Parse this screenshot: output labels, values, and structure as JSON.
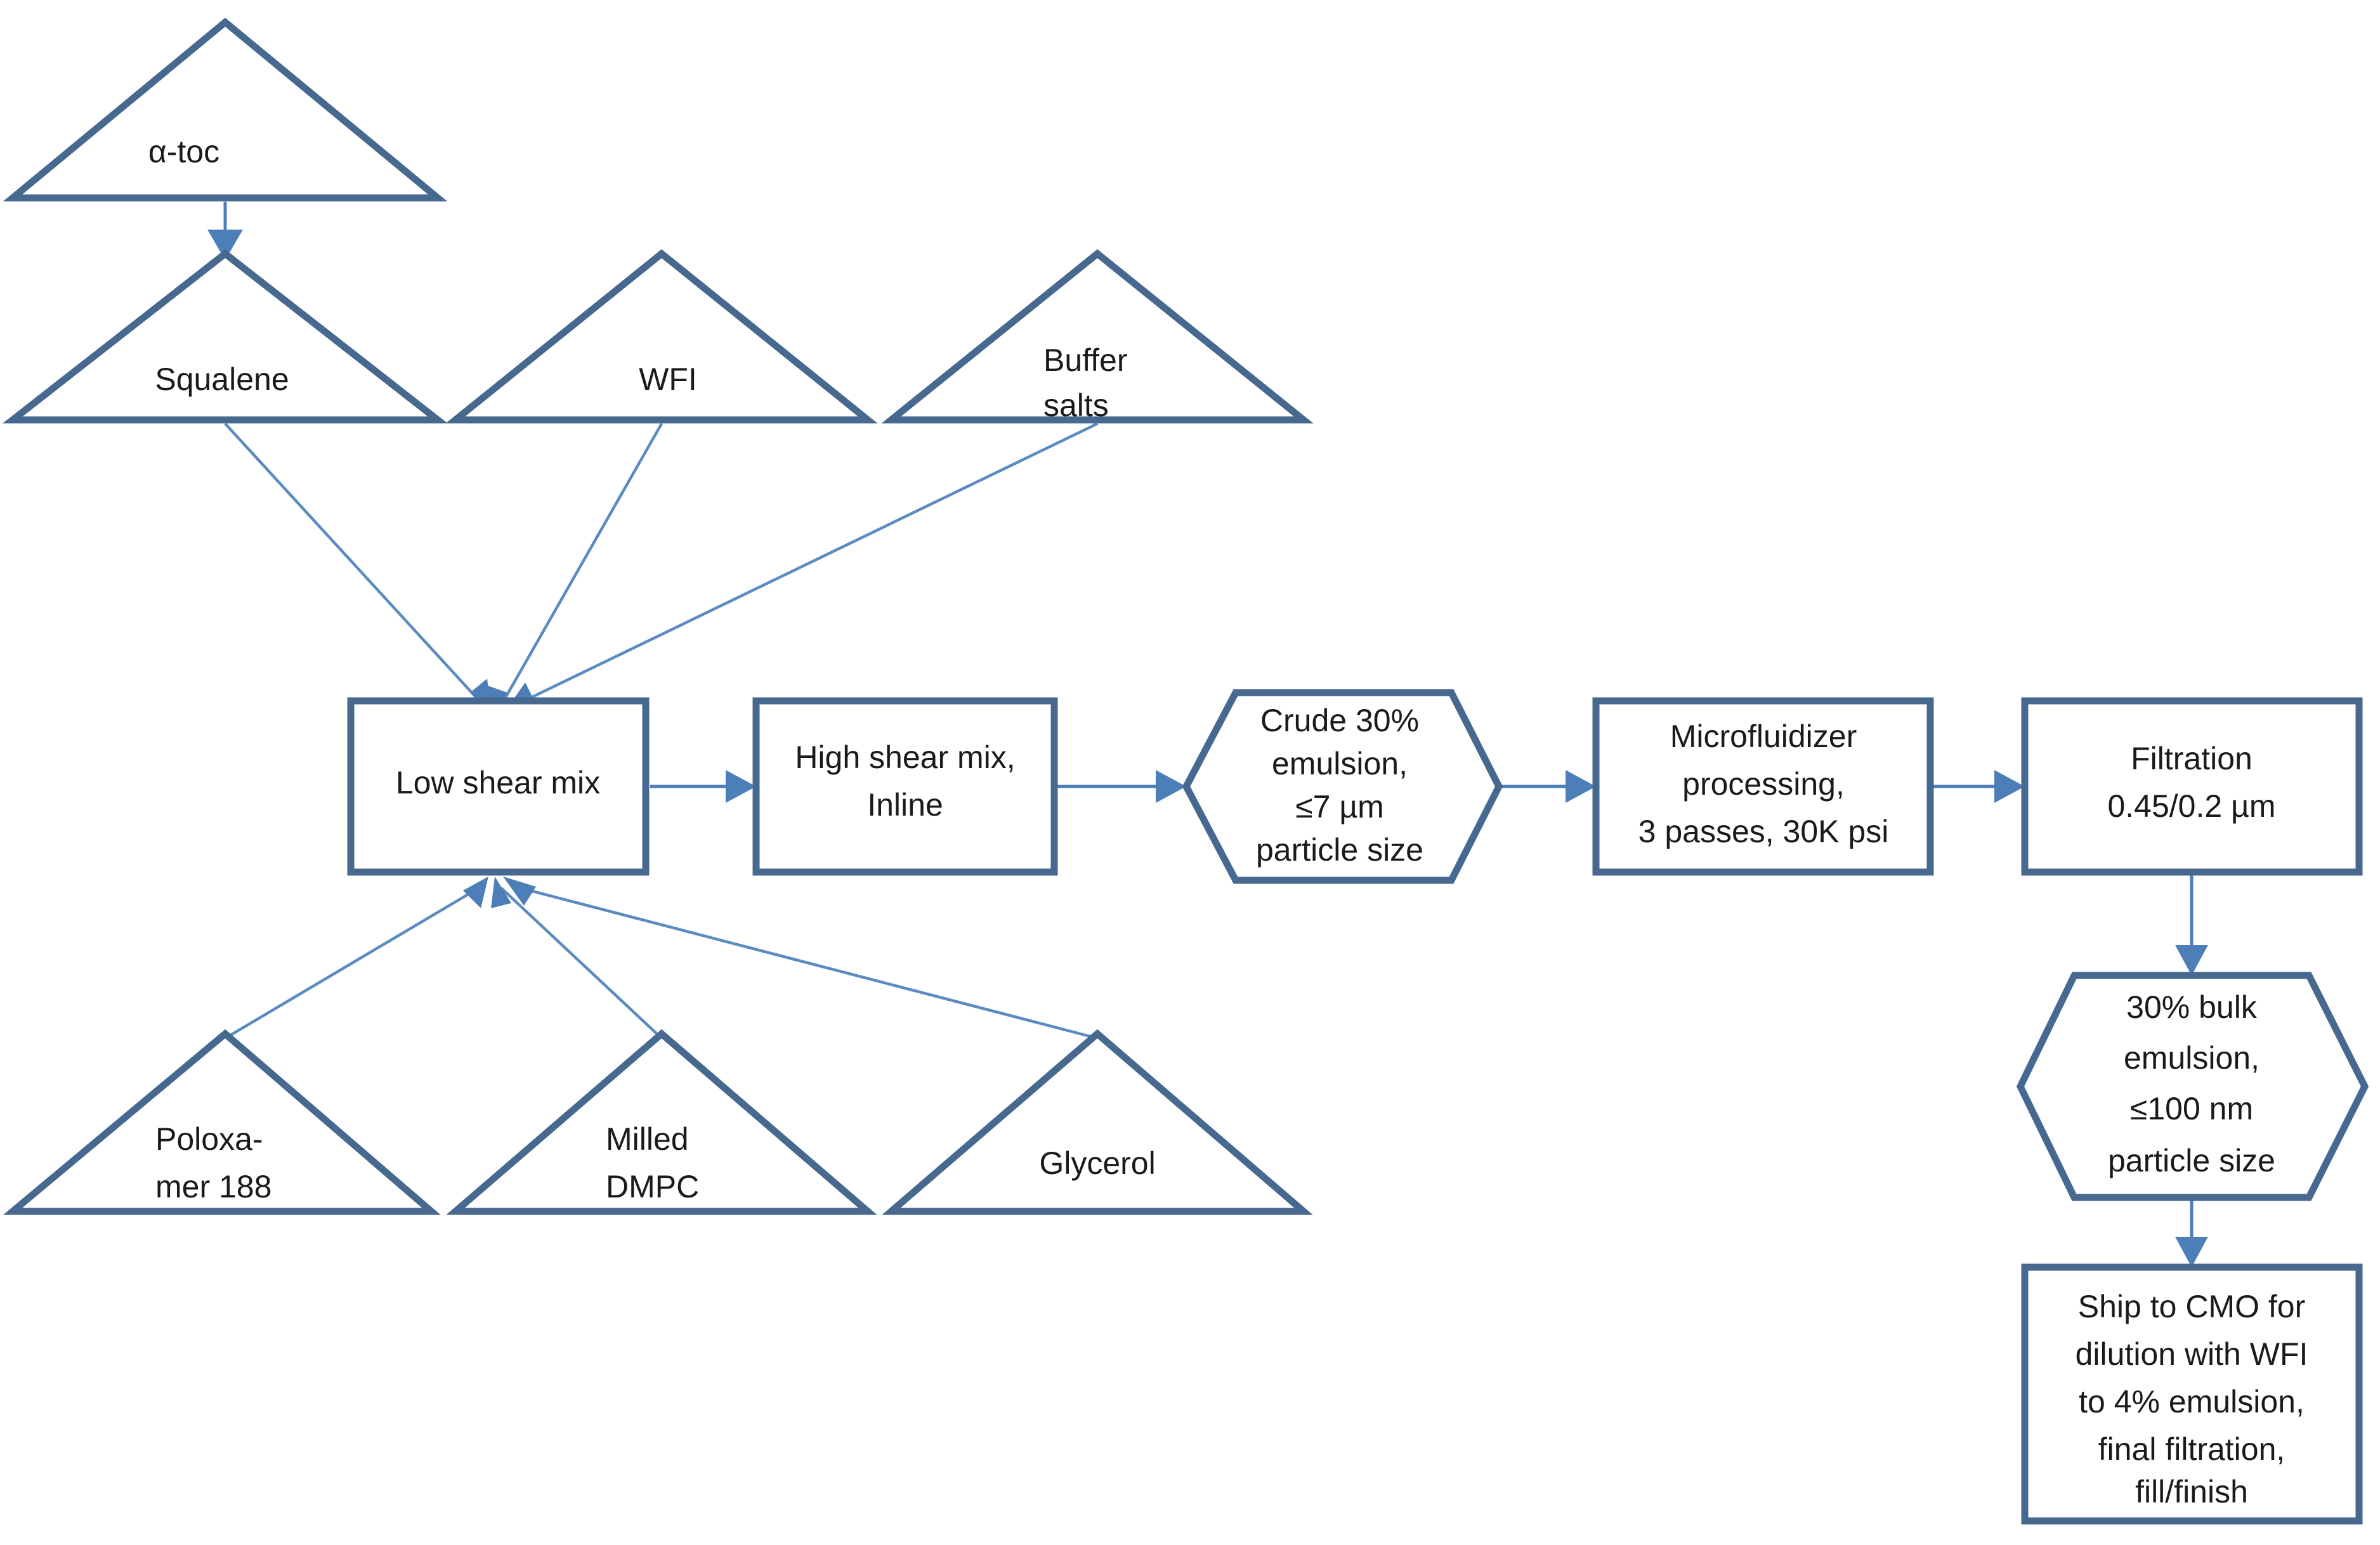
{
  "diagram": {
    "title": "Squalene emulsion manufacturing process flow",
    "colors": {
      "shape_stroke": "#47688F",
      "connector": "#4C7FB8",
      "text": "#1a1a1a",
      "background": "#ffffff"
    },
    "shapes": {
      "triangles": [
        {
          "id": "alpha-toc",
          "label_lines": [
            "α-toc"
          ],
          "align": "center"
        },
        {
          "id": "squalene",
          "label_lines": [
            "Squalene"
          ],
          "align": "center"
        },
        {
          "id": "wfi",
          "label_lines": [
            "WFI"
          ],
          "align": "center"
        },
        {
          "id": "buffer-salts",
          "label_lines": [
            "Buffer",
            "salts"
          ],
          "align": "center"
        },
        {
          "id": "poloxamer-188",
          "label_lines": [
            "Poloxa-",
            "mer 188"
          ],
          "align": "left"
        },
        {
          "id": "milled-dmpc",
          "label_lines": [
            "Milled",
            "DMPC"
          ],
          "align": "left"
        },
        {
          "id": "glycerol",
          "label_lines": [
            "Glycerol"
          ],
          "align": "center"
        }
      ],
      "process_boxes": [
        {
          "id": "low-shear-mix",
          "label_lines": [
            "Low shear mix"
          ]
        },
        {
          "id": "high-shear-mix",
          "label_lines": [
            "High shear mix,",
            "Inline"
          ]
        },
        {
          "id": "microfluidizer",
          "label_lines": [
            "Microfluidizer",
            "processing,",
            "3 passes, 30K psi"
          ]
        },
        {
          "id": "filtration",
          "label_lines": [
            "Filtration",
            "0.45/0.2 µm"
          ]
        },
        {
          "id": "ship-to-cmo",
          "label_lines": [
            "Ship to CMO for",
            "dilution with WFI",
            "to 4% emulsion,",
            "final filtration,",
            "fill/finish"
          ]
        }
      ],
      "hexagons": [
        {
          "id": "crude-emulsion",
          "label_lines": [
            "Crude 30%",
            "emulsion,",
            "≤7 µm",
            "particle size"
          ]
        },
        {
          "id": "bulk-emulsion",
          "label_lines": [
            "30% bulk",
            "emulsion,",
            "≤100 nm",
            "particle size"
          ]
        }
      ]
    },
    "connections": [
      {
        "from": "alpha-toc",
        "to": "squalene"
      },
      {
        "from": "squalene",
        "to": "low-shear-mix"
      },
      {
        "from": "wfi",
        "to": "low-shear-mix"
      },
      {
        "from": "buffer-salts",
        "to": "low-shear-mix"
      },
      {
        "from": "poloxamer-188",
        "to": "low-shear-mix"
      },
      {
        "from": "milled-dmpc",
        "to": "low-shear-mix"
      },
      {
        "from": "glycerol",
        "to": "low-shear-mix"
      },
      {
        "from": "low-shear-mix",
        "to": "high-shear-mix"
      },
      {
        "from": "high-shear-mix",
        "to": "crude-emulsion"
      },
      {
        "from": "crude-emulsion",
        "to": "microfluidizer"
      },
      {
        "from": "microfluidizer",
        "to": "filtration"
      },
      {
        "from": "filtration",
        "to": "bulk-emulsion"
      },
      {
        "from": "bulk-emulsion",
        "to": "ship-to-cmo"
      }
    ]
  }
}
